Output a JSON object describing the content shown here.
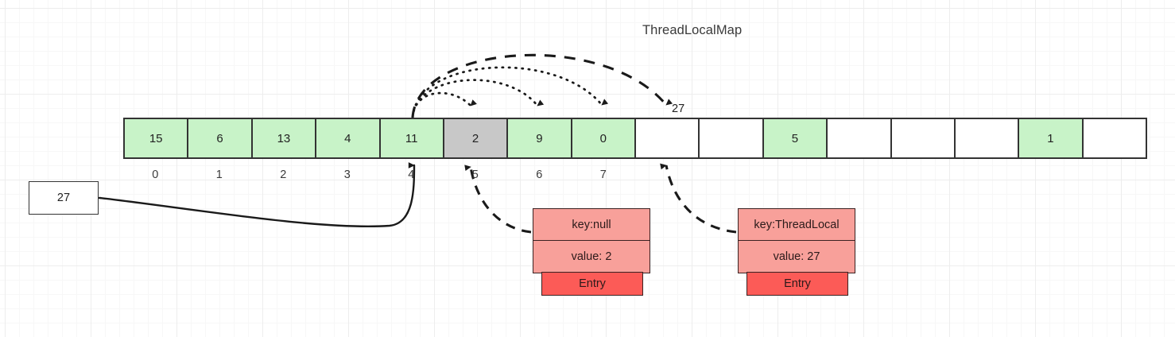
{
  "title": "ThreadLocalMap",
  "colors": {
    "cell_green": "#c8f3c8",
    "cell_gray": "#c8c8c8",
    "cell_empty": "#ffffff",
    "entry_kv": "#f8a09a",
    "entry_tag": "#fc5b57",
    "stroke": "#333333",
    "background": "#ffffff"
  },
  "array": {
    "name": "ThreadLocalMap table",
    "cells": [
      {
        "value": "15",
        "state": "green"
      },
      {
        "value": "6",
        "state": "green"
      },
      {
        "value": "13",
        "state": "green"
      },
      {
        "value": "4",
        "state": "green"
      },
      {
        "value": "11",
        "state": "green"
      },
      {
        "value": "2",
        "state": "gray"
      },
      {
        "value": "9",
        "state": "green"
      },
      {
        "value": "0",
        "state": "green"
      },
      {
        "value": "",
        "state": "empty"
      },
      {
        "value": "",
        "state": "empty"
      },
      {
        "value": "5",
        "state": "green"
      },
      {
        "value": "",
        "state": "empty"
      },
      {
        "value": "",
        "state": "empty"
      },
      {
        "value": "",
        "state": "empty"
      },
      {
        "value": "1",
        "state": "green"
      },
      {
        "value": "",
        "state": "empty"
      }
    ],
    "index_labels": [
      "0",
      "1",
      "2",
      "3",
      "4",
      "5",
      "6",
      "7"
    ]
  },
  "source_box": {
    "value": "27"
  },
  "arc_label": "27",
  "entries": [
    {
      "id": "entry-stale",
      "key": "key:null",
      "value": "value: 2",
      "tag": "Entry"
    },
    {
      "id": "entry-threadlocal",
      "key": "key:ThreadLocal",
      "value": "value: 27",
      "tag": "Entry"
    }
  ]
}
